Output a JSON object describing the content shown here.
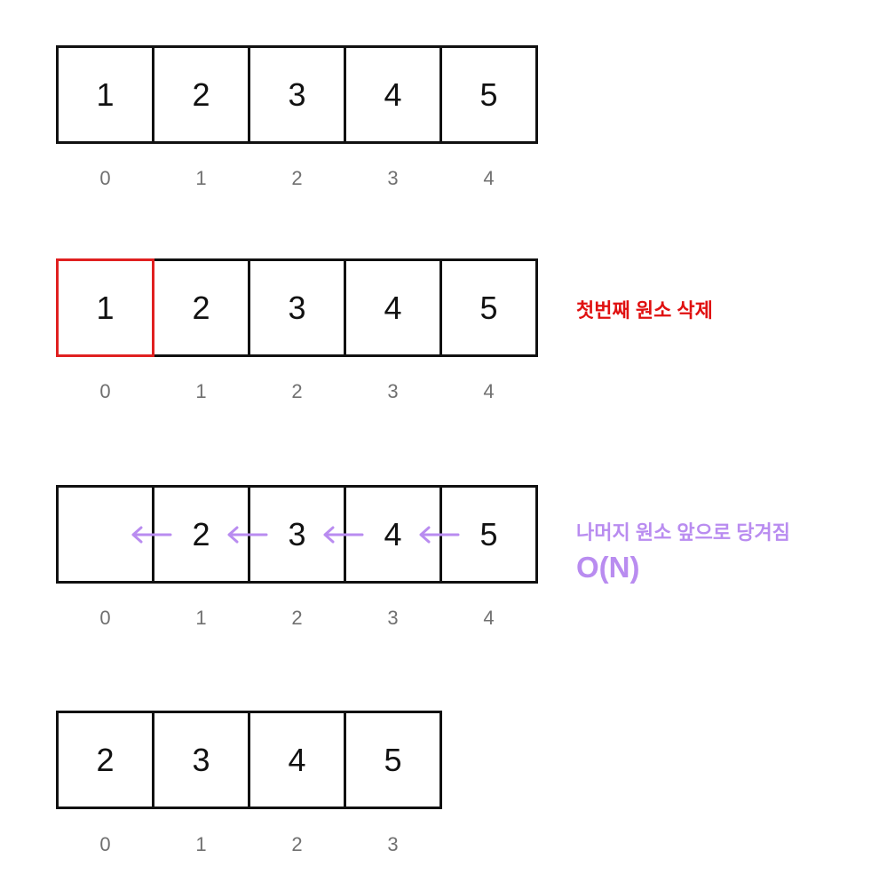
{
  "rows": [
    {
      "values": [
        "1",
        "2",
        "3",
        "4",
        "5"
      ],
      "indices": [
        "0",
        "1",
        "2",
        "3",
        "4"
      ]
    },
    {
      "values": [
        "1",
        "2",
        "3",
        "4",
        "5"
      ],
      "indices": [
        "0",
        "1",
        "2",
        "3",
        "4"
      ],
      "highlighted_index": 0
    },
    {
      "values": [
        "",
        "2",
        "3",
        "4",
        "5"
      ],
      "indices": [
        "0",
        "1",
        "2",
        "3",
        "4"
      ]
    },
    {
      "values": [
        "2",
        "3",
        "4",
        "5"
      ],
      "indices": [
        "0",
        "1",
        "2",
        "3"
      ]
    }
  ],
  "notes": {
    "delete_first": "첫번째 원소 삭제",
    "shift_rest": "나머지 원소 앞으로 당겨짐",
    "complexity": "O(N)"
  },
  "colors": {
    "highlight": "#e02020",
    "annotation": "#b98cf0",
    "border": "#111111",
    "index_text": "#707070"
  },
  "icons": {
    "shift_arrow": "left-arrow-icon"
  }
}
